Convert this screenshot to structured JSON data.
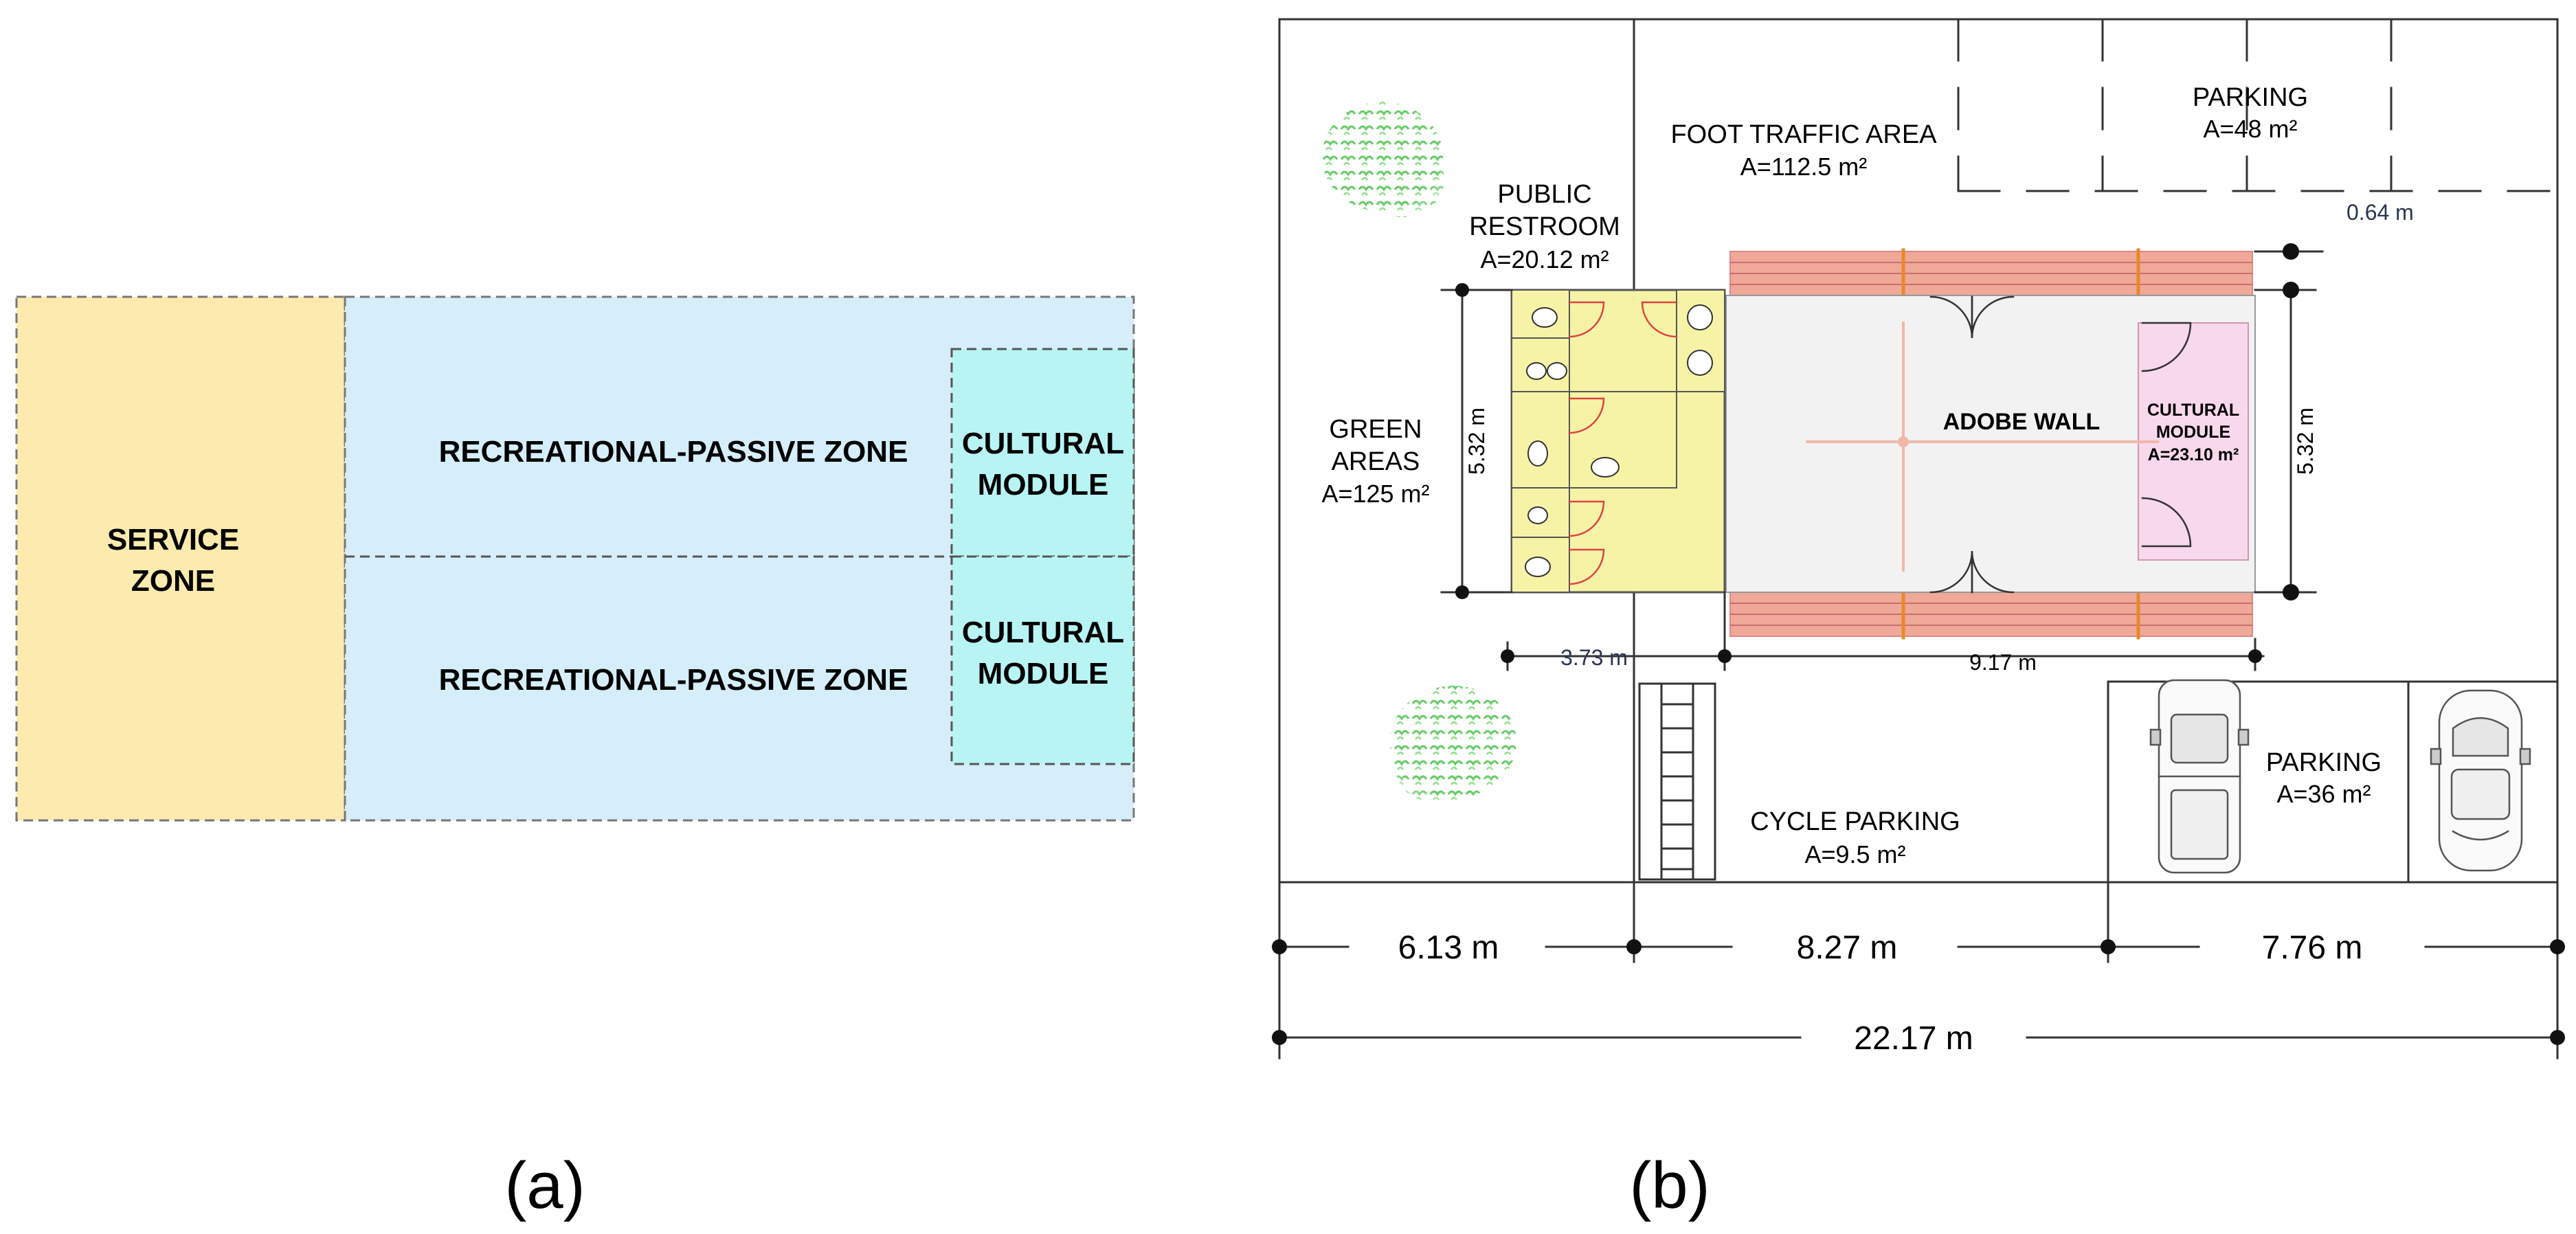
{
  "panel_a": {
    "caption": "(a)",
    "service_zone": [
      "SERVICE",
      "ZONE"
    ],
    "recreational_top": "RECREATIONAL-PASSIVE ZONE",
    "recreational_bottom": "RECREATIONAL-PASSIVE ZONE",
    "cultural_top": [
      "CULTURAL",
      "MODULE"
    ],
    "cultural_bottom": [
      "CULTURAL",
      "MODULE"
    ],
    "colors": {
      "service_fill": "#fdeaaf",
      "recreational_fill": "#d5eef9",
      "cultural_fill": "#b8f4f4"
    }
  },
  "panel_b": {
    "caption": "(b)",
    "foot_traffic": {
      "name": "FOOT TRAFFIC AREA",
      "area": "A=112.5  m²"
    },
    "parking_top": {
      "name": "PARKING",
      "area": "A=48  m²"
    },
    "public_restroom": {
      "name": [
        "PUBLIC",
        "RESTROOM"
      ],
      "area": "A=20.12 m²"
    },
    "green_areas": {
      "name": [
        "GREEN",
        "AREAS"
      ],
      "area": "A=125  m²"
    },
    "adobe_wall": "ADOBE WALL",
    "cultural_module": {
      "name": [
        "CULTURAL",
        "MODULE"
      ],
      "area": "A=23.10 m²"
    },
    "parking_bottom": {
      "name": "PARKING",
      "area": "A=36  m²"
    },
    "cycle_parking": {
      "name": "CYCLE PARKING",
      "area": "A=9.5  m²"
    },
    "dimensions": {
      "offset": "0.64 m",
      "height_left": "5.32 m",
      "height_right": "5.32 m",
      "restroom_width": "3.73 m",
      "module_width": "9.17 m",
      "seg_1": "6.13 m",
      "seg_2": "8.27 m",
      "seg_3": "7.76 m",
      "total": "22.17 m"
    },
    "colors": {
      "restroom_fill": "#f6f3a6",
      "module_fill": "#f2f2f2",
      "cultural_fill": "#f8d8ec",
      "bench_fill": "#f0a898",
      "bench_edge": "#e8882c",
      "axis_line": "#f0b8a8",
      "green": "#7fdc7a"
    }
  }
}
